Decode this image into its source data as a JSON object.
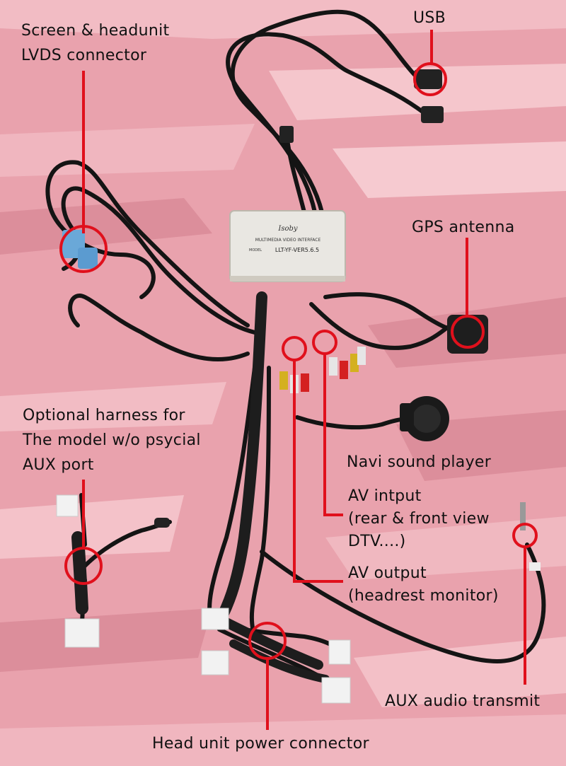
{
  "device": {
    "brand_logo": "Isoby",
    "title": "MULTIMEDIA VIDEO INTERFACE",
    "model_prefix": "MODEL",
    "model": "LLT-YF-VER5.6.5"
  },
  "labels": {
    "usb": "USB",
    "lvds": [
      "Screen & headunit",
      "LVDS connector"
    ],
    "gps": "GPS antenna",
    "optional_harness": [
      "Optional harness for",
      "The model w/o psycial",
      "AUX port"
    ],
    "navi_sound": "Navi sound player",
    "av_input": [
      "AV intput",
      "(rear & front view",
      "DTV....)"
    ],
    "av_output": [
      "AV output",
      "(headrest monitor)"
    ],
    "aux_transmit": "AUX audio transmit",
    "power_connector": "Head unit power connector"
  },
  "colors": {
    "background": "#e9a2ad",
    "stripe_light": "#f4c1c8",
    "stripe_dark": "#dc8e9b",
    "callout": "#e0101c",
    "cable": "#141414",
    "module": "#e9e7e2"
  }
}
